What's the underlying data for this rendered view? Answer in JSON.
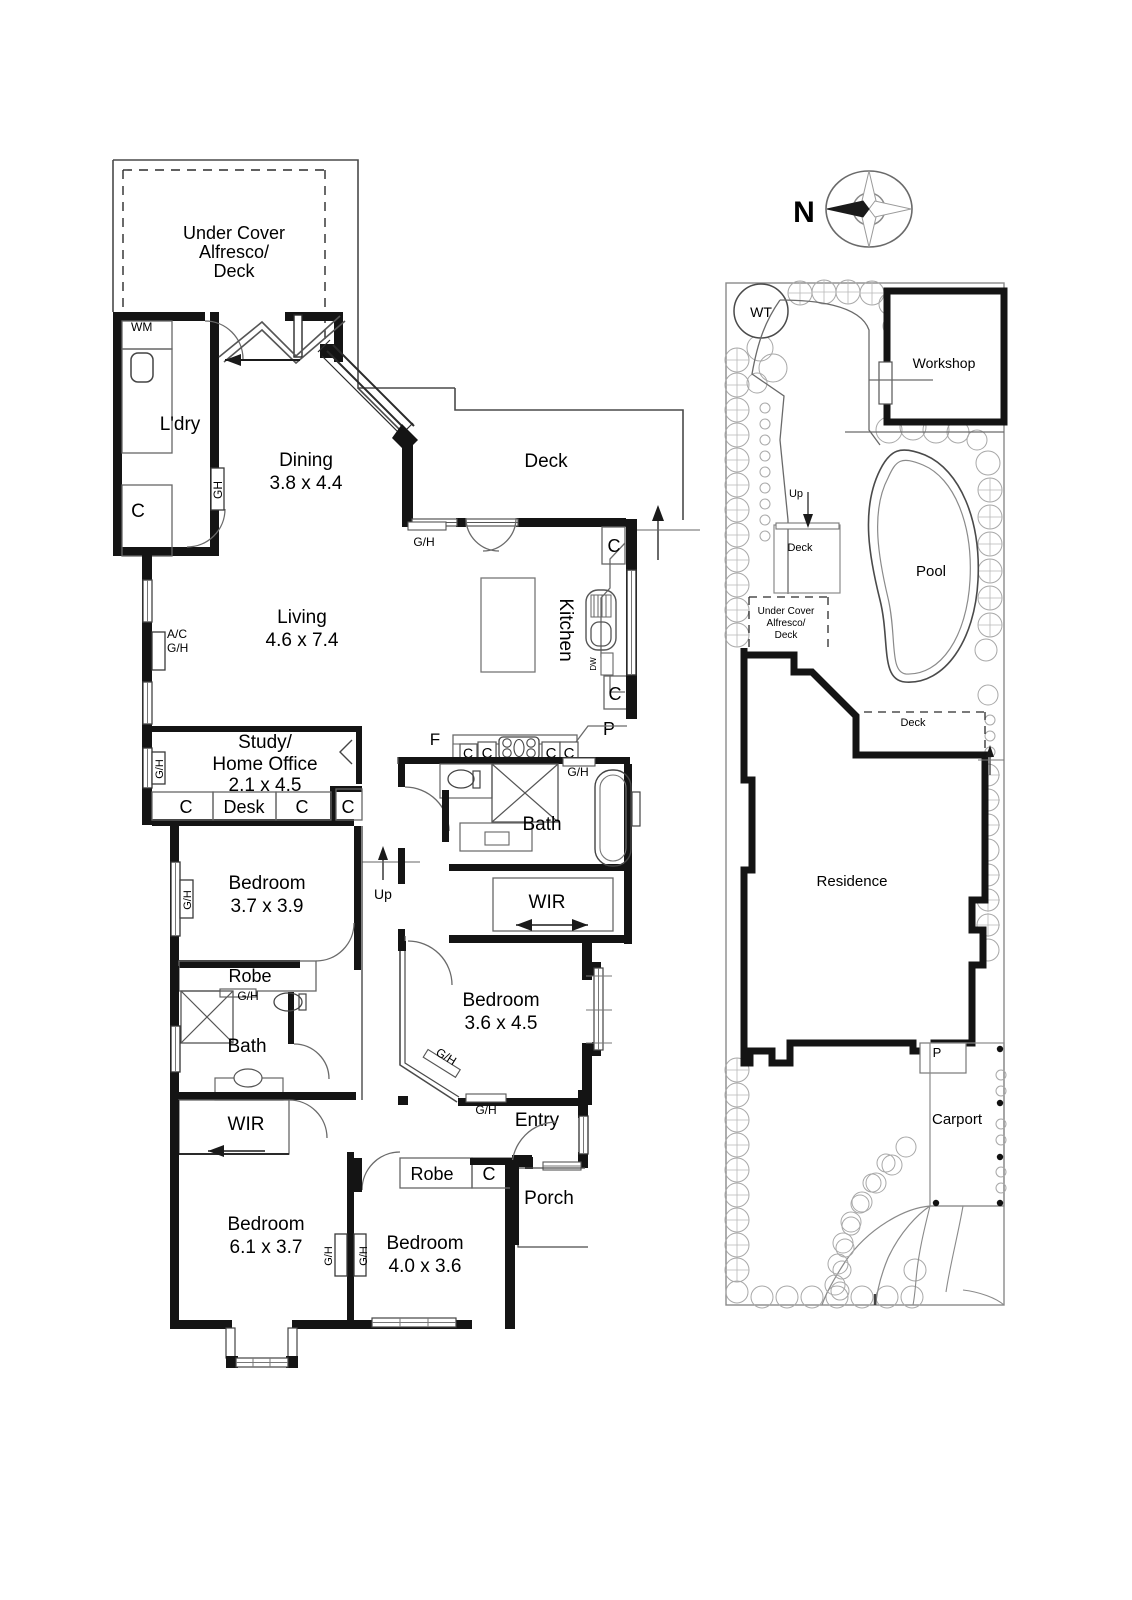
{
  "document": {
    "type": "floor-plan",
    "title": "Residential Floor Plan and Site Plan"
  },
  "compass": {
    "label": "N",
    "name": "north-arrow"
  },
  "floor_plan": {
    "name": "main-floor-plan",
    "rooms": [
      {
        "id": "alfresco",
        "name": "Under Cover Alfresco/ Deck",
        "lines": [
          "Under Cover",
          "Alfresco/",
          "Deck"
        ],
        "dims": ""
      },
      {
        "id": "laundry",
        "name": "L'dry",
        "lines": [
          "L'dry"
        ],
        "dims": ""
      },
      {
        "id": "dining",
        "name": "Dining",
        "lines": [
          "Dining"
        ],
        "dims": "3.8 x 4.4"
      },
      {
        "id": "deck",
        "name": "Deck",
        "lines": [
          "Deck"
        ],
        "dims": ""
      },
      {
        "id": "living",
        "name": "Living",
        "lines": [
          "Living"
        ],
        "dims": "4.6 x 7.4"
      },
      {
        "id": "kitchen",
        "name": "Kitchen",
        "lines": [
          "Kitchen"
        ],
        "dims": ""
      },
      {
        "id": "study",
        "name": "Study/ Home Office",
        "lines": [
          "Study/",
          "Home Office"
        ],
        "dims": "2.1 x 4.5"
      },
      {
        "id": "bath-main",
        "name": "Bath",
        "lines": [
          "Bath"
        ],
        "dims": ""
      },
      {
        "id": "bedroom-2",
        "name": "Bedroom",
        "lines": [
          "Bedroom"
        ],
        "dims": "3.7 x 3.9"
      },
      {
        "id": "bedroom-master",
        "name": "Bedroom",
        "lines": [
          "Bedroom"
        ],
        "dims": "3.6 x 4.5"
      },
      {
        "id": "bath-2",
        "name": "Bath",
        "lines": [
          "Bath"
        ],
        "dims": ""
      },
      {
        "id": "bedroom-3",
        "name": "Bedroom",
        "lines": [
          "Bedroom"
        ],
        "dims": "6.1 x 3.7"
      },
      {
        "id": "bedroom-4",
        "name": "Bedroom",
        "lines": [
          "Bedroom"
        ],
        "dims": "4.0 x 3.6"
      },
      {
        "id": "entry",
        "name": "Entry",
        "lines": [
          "Entry"
        ],
        "dims": ""
      },
      {
        "id": "porch",
        "name": "Porch",
        "lines": [
          "Porch"
        ],
        "dims": ""
      }
    ],
    "fixtures": [
      {
        "id": "wm",
        "label": "WM",
        "meaning": "washing-machine"
      },
      {
        "id": "wir-1",
        "label": "WIR",
        "meaning": "walk-in-robe"
      },
      {
        "id": "wir-2",
        "label": "WIR",
        "meaning": "walk-in-robe"
      },
      {
        "id": "robe-1",
        "label": "Robe",
        "meaning": "robe"
      },
      {
        "id": "robe-2",
        "label": "Robe",
        "meaning": "robe"
      },
      {
        "id": "desk",
        "label": "Desk",
        "meaning": "desk"
      },
      {
        "id": "fridge",
        "label": "F",
        "meaning": "fridge"
      },
      {
        "id": "pantry",
        "label": "P",
        "meaning": "pantry"
      },
      {
        "id": "dishwasher",
        "label": "DW",
        "meaning": "dishwasher"
      }
    ],
    "cupboards": [
      {
        "id": "c-ldry",
        "label": "C"
      },
      {
        "id": "c-kitchen-top",
        "label": "C"
      },
      {
        "id": "c-kitchen-bot",
        "label": "C"
      },
      {
        "id": "c-study-1",
        "label": "C"
      },
      {
        "id": "c-study-2",
        "label": "C"
      },
      {
        "id": "c-study-3",
        "label": "C"
      },
      {
        "id": "c-bench-1",
        "label": "C"
      },
      {
        "id": "c-bench-2",
        "label": "C"
      },
      {
        "id": "c-bench-3",
        "label": "C"
      },
      {
        "id": "c-bench-4",
        "label": "C"
      },
      {
        "id": "c-entry",
        "label": "C"
      }
    ],
    "annotations": [
      {
        "id": "gh-ldry",
        "label": "GH",
        "meaning": "gas-heater"
      },
      {
        "id": "gh-dining",
        "label": "G/H",
        "meaning": "gas-heater"
      },
      {
        "id": "ac-gh-living",
        "label": "A/C\nG/H",
        "line1": "A/C",
        "line2": "G/H",
        "meaning": "air-conditioner-gas-heater"
      },
      {
        "id": "gh-study",
        "label": "G/H",
        "meaning": "gas-heater"
      },
      {
        "id": "gh-bedroom2",
        "label": "G/H",
        "meaning": "gas-heater"
      },
      {
        "id": "gh-robe",
        "label": "G/H",
        "meaning": "gas-heater"
      },
      {
        "id": "gh-kitchen",
        "label": "G/H",
        "meaning": "gas-heater"
      },
      {
        "id": "gh-bedmaster-1",
        "label": "G/H",
        "meaning": "gas-heater"
      },
      {
        "id": "gh-bedmaster-2",
        "label": "G/H",
        "meaning": "gas-heater"
      },
      {
        "id": "gh-bed3",
        "label": "G/H",
        "meaning": "gas-heater"
      },
      {
        "id": "gh-bed4",
        "label": "G/H",
        "meaning": "gas-heater"
      },
      {
        "id": "up-1",
        "label": "Up",
        "meaning": "stairs-up"
      }
    ]
  },
  "site_plan": {
    "name": "site-plan",
    "items": [
      {
        "id": "wt",
        "label": "WT",
        "meaning": "water-tank"
      },
      {
        "id": "workshop",
        "label": "Workshop",
        "meaning": "workshop-building"
      },
      {
        "id": "pool",
        "label": "Pool",
        "meaning": "swimming-pool"
      },
      {
        "id": "deck-site",
        "label": "Deck",
        "meaning": "deck"
      },
      {
        "id": "alfresco-site",
        "label": "Under Cover Alfresco/ Deck",
        "lines": [
          "Under Cover",
          "Alfresco/",
          "Deck"
        ],
        "meaning": "undercover-alfresco"
      },
      {
        "id": "deck-site-2",
        "label": "Deck",
        "meaning": "deck"
      },
      {
        "id": "residence",
        "label": "Residence",
        "meaning": "residence-footprint"
      },
      {
        "id": "carport",
        "label": "Carport",
        "meaning": "carport"
      },
      {
        "id": "porch-site",
        "label": "P",
        "meaning": "porch"
      },
      {
        "id": "up-site",
        "label": "Up",
        "meaning": "stairs-up"
      }
    ]
  },
  "colors": {
    "wall": "#141414",
    "line": "#3a3a3a",
    "thin": "#5a5a5a",
    "background": "#ffffff"
  }
}
